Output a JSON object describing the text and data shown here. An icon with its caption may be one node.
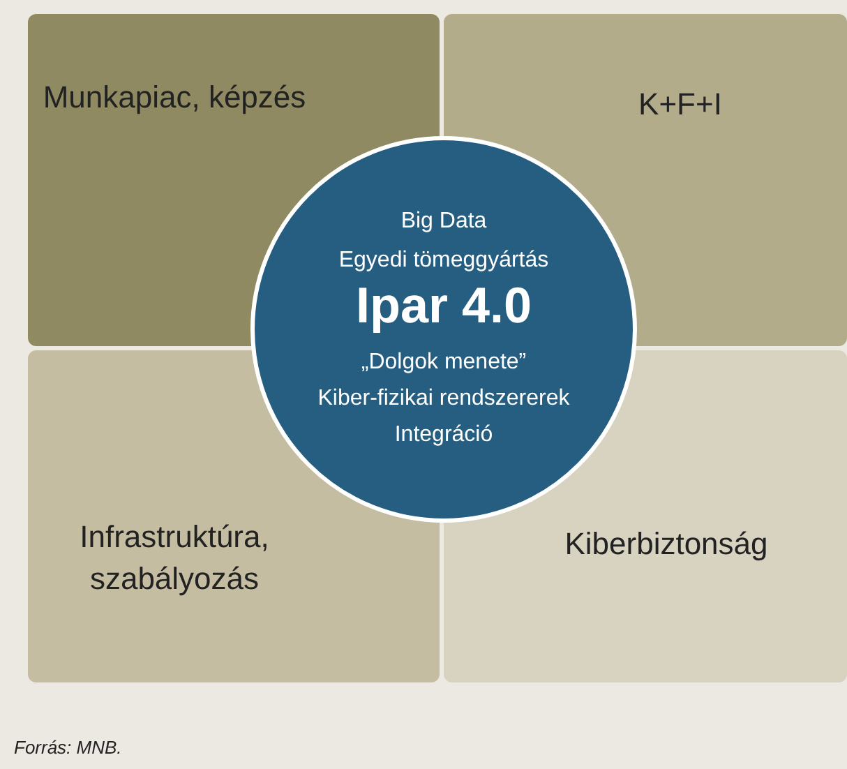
{
  "diagram": {
    "caption": "Forrás: MNB.",
    "nodes": [
      {
        "text": [
          "Munkapiac, képzés"
        ]
      },
      {
        "text": [
          "K+F+I"
        ]
      },
      {
        "text": [
          "Infrastruktúra, szabályozás"
        ]
      },
      {
        "text": [
          "Kiberbiztonság"
        ]
      },
      {
        "text": [
          "Big Data",
          "Egyedi tömeggyártás",
          "Ipar 4.0",
          "„Dolgok menete”",
          "Kiber-fizikai rendszererek",
          "Integráció"
        ]
      }
    ],
    "edges": []
  }
}
